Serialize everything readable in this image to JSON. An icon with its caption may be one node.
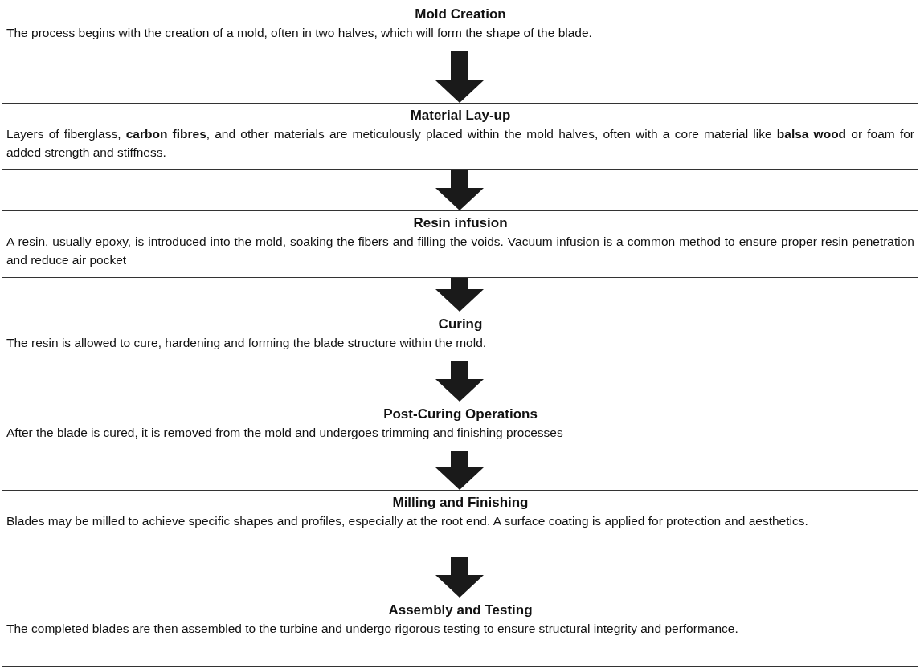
{
  "diagram": {
    "nodes": [
      {
        "text": [
          "Mold Creation",
          "The process begins with the creation of a mold, often in two halves, which will form the shape of the blade."
        ]
      },
      {
        "text": [
          "Material Lay-up",
          "Layers of fiberglass, **carbon fibres**, and other materials are meticulously placed within the mold halves, often with a core material like **balsa wood** or foam for added strength and stiffness."
        ]
      },
      {
        "text": [
          "Resin infusion",
          "A resin, usually epoxy, is introduced into the mold, soaking the fibers and filling the voids. Vacuum infusion is a common method to ensure proper resin penetration and reduce air pocket"
        ]
      },
      {
        "text": [
          "Curing",
          "The resin is allowed to cure, hardening and forming the blade structure within the mold."
        ]
      },
      {
        "text": [
          "Post-Curing Operations",
          "After the blade is cured, it is removed from the mold and undergoes trimming and finishing processes"
        ]
      },
      {
        "text": [
          "Milling and Finishing",
          "Blades may be milled to achieve specific shapes and profiles, especially at the root end. A surface coating is applied for protection and aesthetics."
        ]
      },
      {
        "text": [
          "Assembly and Testing",
          "The completed blades are then assembled to the turbine and undergo rigorous testing to ensure structural integrity and performance."
        ]
      }
    ],
    "edges": [
      {
        "from": 0,
        "to": 1,
        "arrow": "to"
      },
      {
        "from": 1,
        "to": 2,
        "arrow": "to"
      },
      {
        "from": 2,
        "to": 3,
        "arrow": "to"
      },
      {
        "from": 3,
        "to": 4,
        "arrow": "to"
      },
      {
        "from": 4,
        "to": 5,
        "arrow": "to"
      },
      {
        "from": 5,
        "to": 6,
        "arrow": "to"
      }
    ]
  }
}
